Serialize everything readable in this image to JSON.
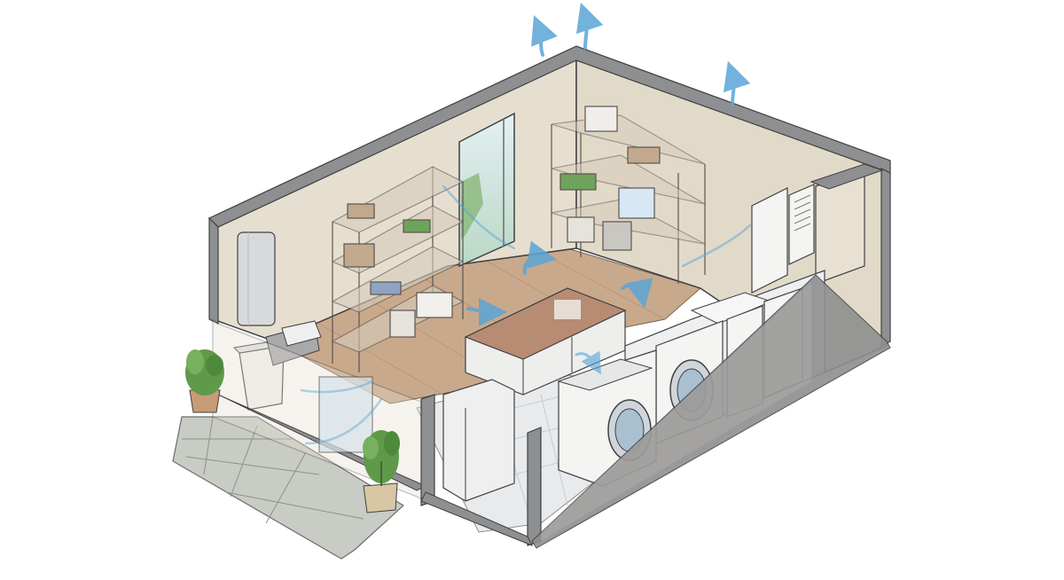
{
  "illustration": {
    "subject": "isometric-cutaway-utility-room",
    "has_text": false
  },
  "palette": {
    "wall_cut": "#8e8f90",
    "wall_outline": "#3f4043",
    "wall_inner": "#e6dfd0",
    "floor_wood": "#c9a98c",
    "floor_tile": "#e8eaec",
    "patio": "#c8ccc4",
    "counter_top": "#b88b73",
    "appliance": "#f4f4f2",
    "shelf": "#d6ccbd",
    "airflow": "#5aa5d6",
    "plant": "#5f9a4a",
    "window_glass": "#d7e8ee"
  },
  "airflow_arrows": [
    {
      "name": "roof-vent-arrow-1",
      "direction": "up"
    },
    {
      "name": "roof-vent-arrow-2",
      "direction": "up"
    },
    {
      "name": "roof-vent-arrow-3",
      "direction": "up"
    },
    {
      "name": "floor-flow-arrow-1",
      "direction": "curve"
    },
    {
      "name": "floor-flow-arrow-2",
      "direction": "curve"
    },
    {
      "name": "floor-flow-arrow-3",
      "direction": "curve"
    },
    {
      "name": "floor-flow-arrow-4",
      "direction": "curve"
    }
  ],
  "objects": [
    "shelving-unit-left",
    "shelving-unit-right",
    "kitchen-island",
    "washing-machine-front",
    "washing-machine-back",
    "dryer-cabinet",
    "water-heater",
    "trash-bin",
    "potted-plant-left",
    "potted-plant-right",
    "sliding-door",
    "wall-cabinet-right"
  ]
}
